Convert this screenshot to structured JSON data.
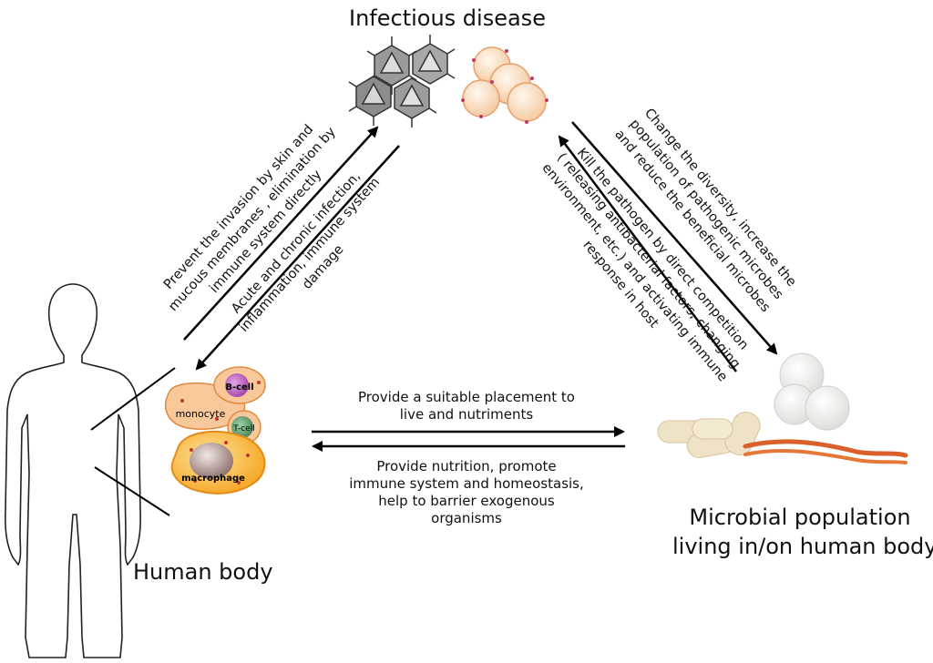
{
  "nodes": {
    "infectious": "Infectious disease",
    "human": "Human body",
    "microbial_line1": "Microbial population",
    "microbial_line2": "living in/on human body"
  },
  "cells": {
    "b_cell": "B-cell",
    "monocyte": "monocyte",
    "t_cell": "T-cell",
    "macrophage": "macrophage"
  },
  "edges": {
    "human_to_infection": [
      "Prevent the invasion by skin and",
      "mucous membranes , elimination by",
      "immune system directly"
    ],
    "infection_to_human": [
      "Acute and chronic infection,",
      "inflammation, immune system",
      "damage"
    ],
    "infection_to_microbes": [
      "Change the diversity, increase the",
      "population of pathogenic microbes",
      "and reduce the beneficial microbes"
    ],
    "microbes_to_infection": [
      "Kill the pathogen by direct  competition",
      "( releasing antibacterial factors, changing",
      "environment, etc.) and activating immune",
      "response in host"
    ],
    "human_to_microbes": [
      "Provide a suitable placement to",
      "live and nutriments"
    ],
    "microbes_to_human": [
      "Provide nutrition, promote",
      "immune system and homeostasis,",
      "help to barrier exogenous",
      "organisms"
    ]
  }
}
